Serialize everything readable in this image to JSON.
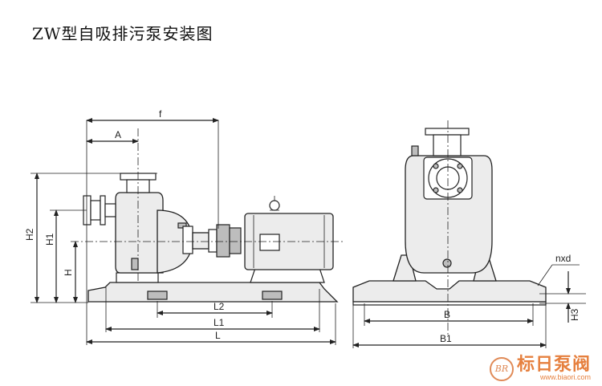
{
  "title": "ZW型自吸排污泵安装图",
  "labels": {
    "f": "f",
    "A": "A",
    "H2": "H2",
    "H1": "H1",
    "H": "H",
    "L2": "L2",
    "L1": "L1",
    "L": "L",
    "B": "B",
    "B1": "B1",
    "nxd": "nxd",
    "H3": "H3"
  },
  "watermark": {
    "logo": "BR",
    "name": "标日泵阀",
    "url": "www.biaori.com"
  }
}
